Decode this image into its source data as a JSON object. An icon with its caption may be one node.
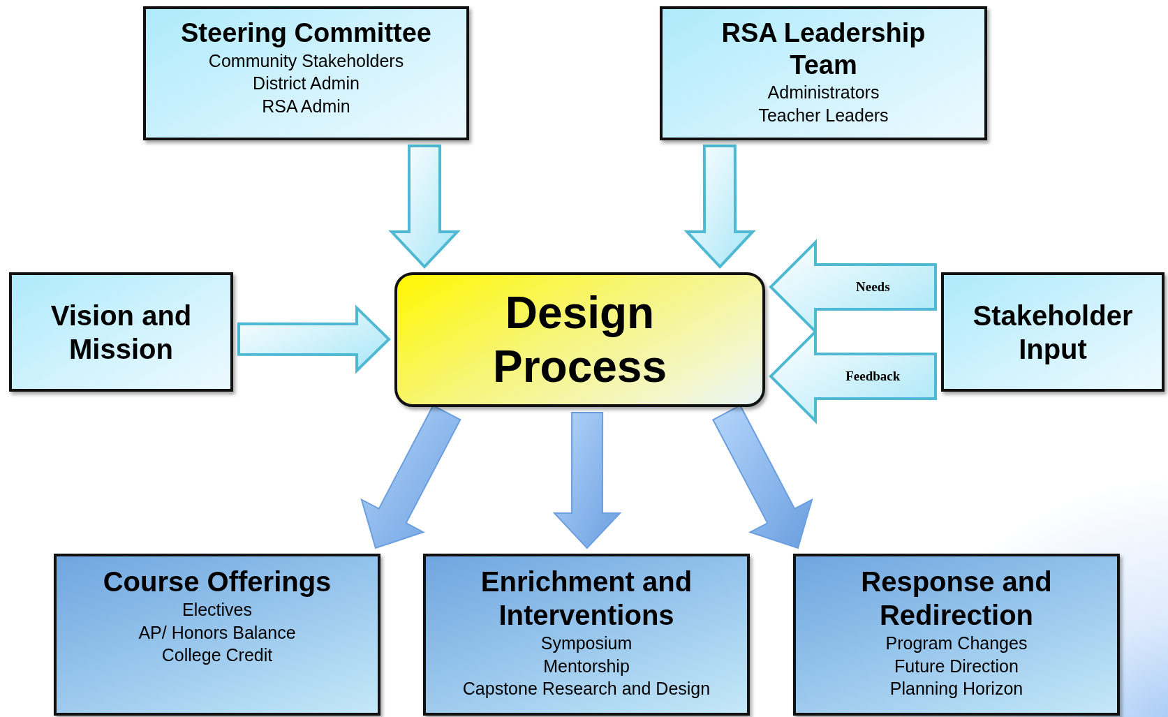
{
  "diagram": {
    "nodes": [
      {
        "text": [
          "Steering Committee",
          "Community Stakeholders",
          "District Admin",
          "RSA Admin"
        ]
      },
      {
        "text": [
          "RSA Leadership Team",
          "Administrators",
          "Teacher Leaders"
        ]
      },
      {
        "text": [
          "Vision and Mission"
        ]
      },
      {
        "text": [
          "Design Process"
        ]
      },
      {
        "text": [
          "Stakeholder Input"
        ]
      },
      {
        "text": [
          "Course Offerings",
          "Electives",
          "AP/ Honors Balance",
          "College Credit"
        ]
      },
      {
        "text": [
          "Enrichment and Interventions",
          "Symposium",
          "Mentorship",
          "Capstone Research and Design"
        ]
      },
      {
        "text": [
          "Response and Redirection",
          "Program Changes",
          "Future Direction",
          "Planning Horizon"
        ]
      }
    ],
    "edges": [
      {
        "from": 0,
        "to": 3,
        "arrow": "to"
      },
      {
        "from": 1,
        "to": 3,
        "arrow": "to"
      },
      {
        "from": 2,
        "to": 3,
        "arrow": "to"
      },
      {
        "from": 4,
        "to": 3,
        "arrow": "to",
        "label": "Needs"
      },
      {
        "from": 4,
        "to": 3,
        "arrow": "to",
        "label": "Feedback"
      },
      {
        "from": 3,
        "to": 5,
        "arrow": "to",
        "color": "#6b9fe0"
      },
      {
        "from": 3,
        "to": 6,
        "arrow": "to",
        "color": "#6b9fe0"
      },
      {
        "from": 3,
        "to": 7,
        "arrow": "to",
        "color": "#6b9fe0"
      }
    ]
  }
}
